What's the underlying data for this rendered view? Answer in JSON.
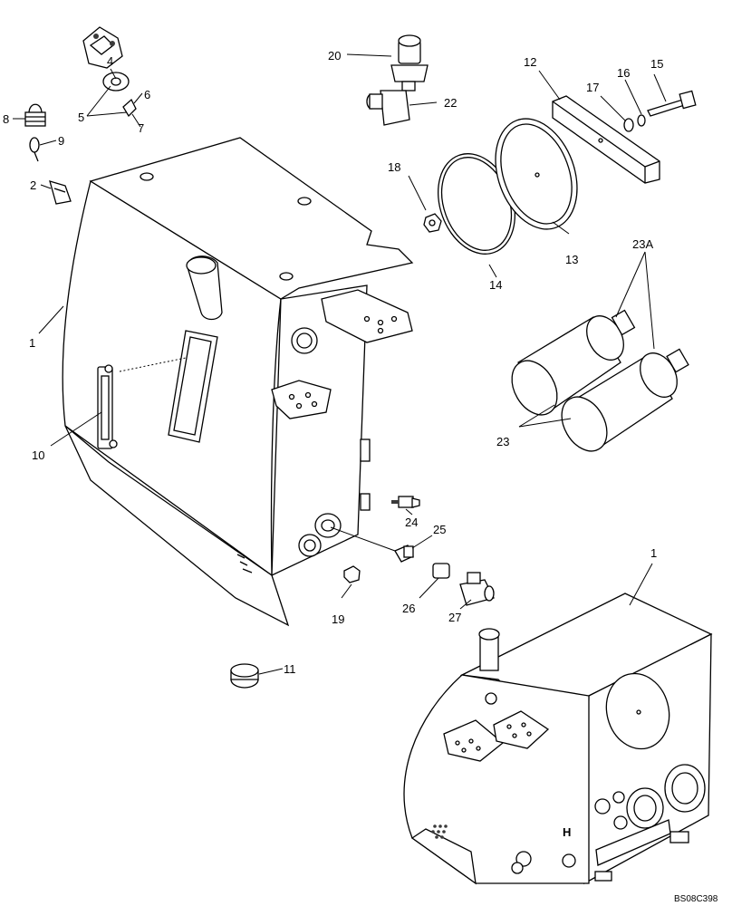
{
  "callouts": {
    "c1": "1",
    "c1b": "1",
    "c2": "2",
    "c4": "4",
    "c5": "5",
    "c6": "6",
    "c7": "7",
    "c8": "8",
    "c9": "9",
    "c10": "10",
    "c11": "11",
    "c12": "12",
    "c13": "13",
    "c14": "14",
    "c15": "15",
    "c16": "16",
    "c17": "17",
    "c18": "18",
    "c19": "19",
    "c20": "20",
    "c22": "22",
    "c23": "23",
    "c23a": "23A",
    "c24": "24",
    "c25": "25",
    "c26": "26",
    "c27": "27"
  },
  "tank_marking": "H",
  "reference_code": "BS08C398",
  "line_color": "#000000",
  "background_color": "#ffffff"
}
